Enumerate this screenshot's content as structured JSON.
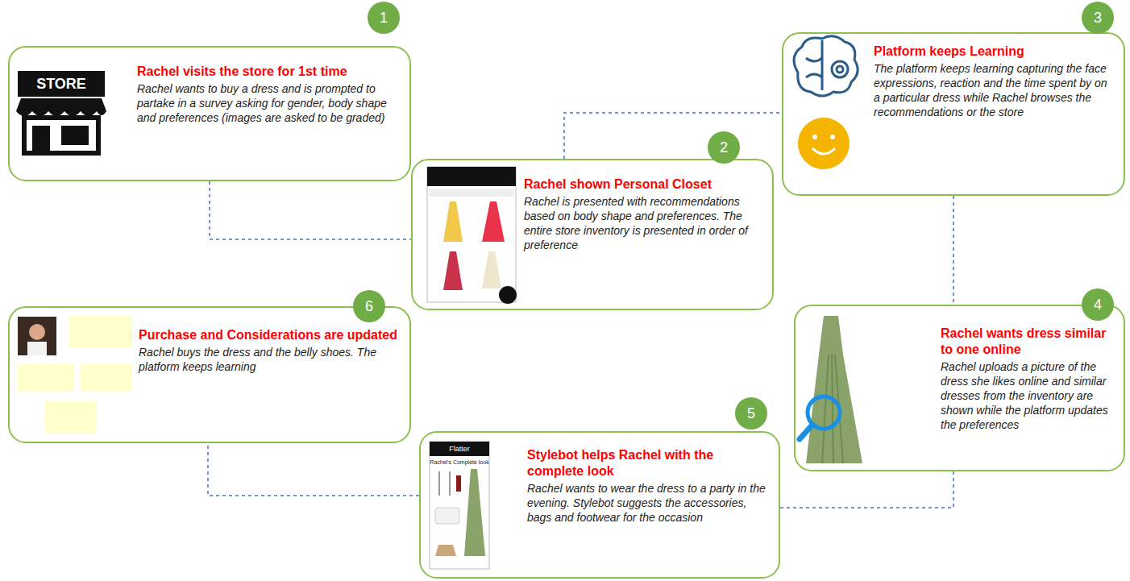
{
  "diagram": {
    "nodes": [
      {
        "text": [
          "Rachel visits the store for 1st time",
          "Rachel wants to buy a dress and is prompted to partake in a survey asking for gender, body shape and preferences (images are asked to be graded)"
        ]
      },
      {
        "text": [
          "Rachel shown Personal Closet",
          "Rachel is presented with recommendations based on body shape and preferences. The entire store inventory is presented in order of preference"
        ]
      },
      {
        "text": [
          "Platform keeps Learning",
          "The platform keeps learning capturing the face expressions, reaction and the time spent by on a particular dress while Rachel browses the recommendations or the store"
        ]
      },
      {
        "text": [
          "Rachel wants dress similar to one online",
          "Rachel uploads a picture of the dress she likes online and similar dresses from the inventory are shown while the platform updates the preferences"
        ]
      },
      {
        "text": [
          "Stylebot helps Rachel with the complete look",
          "Rachel wants to wear the dress to a party in the evening. Stylebot suggests the accessories, bags and footwear for the occasion"
        ]
      },
      {
        "text": [
          "Purchase and Considerations are updated",
          "Rachel buys the dress and the belly shoes. The platform keeps learning"
        ]
      }
    ],
    "edges": [
      {
        "from": 0,
        "to": 1,
        "arrow": "none"
      },
      {
        "from": 1,
        "to": 2,
        "arrow": "none"
      },
      {
        "from": 2,
        "to": 3,
        "arrow": "none"
      },
      {
        "from": 3,
        "to": 4,
        "arrow": "none"
      },
      {
        "from": 4,
        "to": 5,
        "arrow": "none"
      }
    ],
    "labels": [
      "1",
      "2",
      "3",
      "4",
      "5",
      "6",
      "STORE",
      "Flatter",
      "Rachel's Complete look"
    ]
  }
}
